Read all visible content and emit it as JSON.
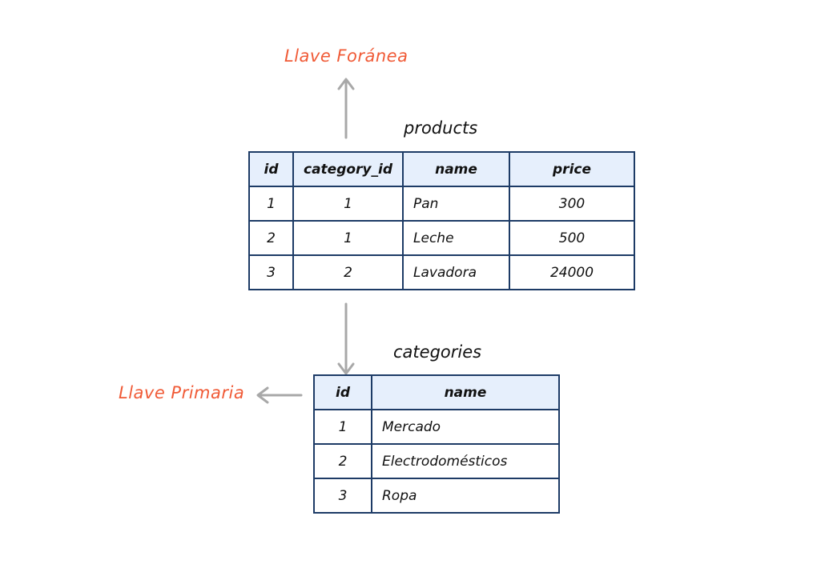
{
  "annotations": {
    "foreign_key": "Llave Foránea",
    "primary_key": "Llave Primaria"
  },
  "colors": {
    "annotation": "#f05a36",
    "table_border": "#1d3b66",
    "header_background": "#e6effc",
    "arrow": "#a8a8a8"
  },
  "products": {
    "title": "products",
    "columns": [
      "id",
      "category_id",
      "name",
      "price"
    ],
    "rows": [
      [
        "1",
        "1",
        "Pan",
        "300"
      ],
      [
        "2",
        "1",
        "Leche",
        "500"
      ],
      [
        "3",
        "2",
        "Lavadora",
        "24000"
      ]
    ]
  },
  "categories": {
    "title": "categories",
    "columns": [
      "id",
      "name"
    ],
    "rows": [
      [
        "1",
        "Mercado"
      ],
      [
        "2",
        "Electrodomésticos"
      ],
      [
        "3",
        "Ropa"
      ]
    ]
  }
}
